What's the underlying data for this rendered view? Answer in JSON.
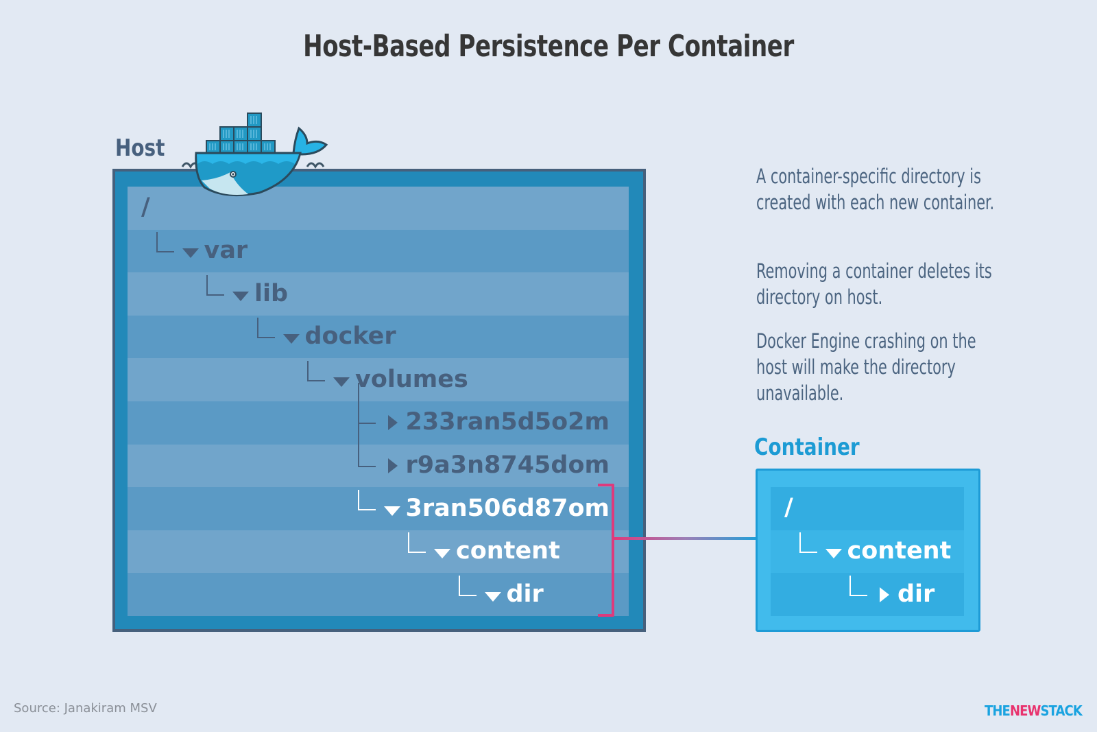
{
  "title": "Host-Based Persistence Per Container",
  "host": {
    "label": "Host",
    "tree": [
      {
        "name": "/",
        "depth": 0,
        "state": "none",
        "highlight": false
      },
      {
        "name": "var",
        "depth": 1,
        "state": "expanded",
        "highlight": false
      },
      {
        "name": "lib",
        "depth": 2,
        "state": "expanded",
        "highlight": false
      },
      {
        "name": "docker",
        "depth": 3,
        "state": "expanded",
        "highlight": false
      },
      {
        "name": "volumes",
        "depth": 4,
        "state": "expanded",
        "highlight": false
      },
      {
        "name": "233ran5d5o2m",
        "depth": 5,
        "state": "collapsed",
        "highlight": false
      },
      {
        "name": "r9a3n8745dom",
        "depth": 5,
        "state": "collapsed",
        "highlight": false
      },
      {
        "name": "3ran506d87om",
        "depth": 5,
        "state": "expanded",
        "highlight": true
      },
      {
        "name": "content",
        "depth": 6,
        "state": "expanded",
        "highlight": true
      },
      {
        "name": "dir",
        "depth": 7,
        "state": "expanded",
        "highlight": true
      }
    ]
  },
  "container": {
    "label": "Container",
    "tree": [
      {
        "name": "/",
        "depth": 0,
        "state": "none"
      },
      {
        "name": "content",
        "depth": 1,
        "state": "expanded"
      },
      {
        "name": "dir",
        "depth": 2,
        "state": "collapsed"
      }
    ]
  },
  "descriptions": [
    "A container-specific directory is created with each new container.",
    "Removing a container deletes its directory on host.",
    "Docker Engine crashing on the host will make the directory unavailable."
  ],
  "source": "Source: Janakiram MSV",
  "logo": {
    "part1": "THE",
    "part2": "NEW",
    "part3": "STACK"
  },
  "colors": {
    "background": "#e2e9f3",
    "host_frame": "#2289b9",
    "container_frame": "#41bbec",
    "bracket": "#e0397a",
    "dim_text": "#47607e",
    "accent_blue": "#1c9bd4"
  },
  "icons": {
    "docker_logo": "docker-whale-icon"
  }
}
